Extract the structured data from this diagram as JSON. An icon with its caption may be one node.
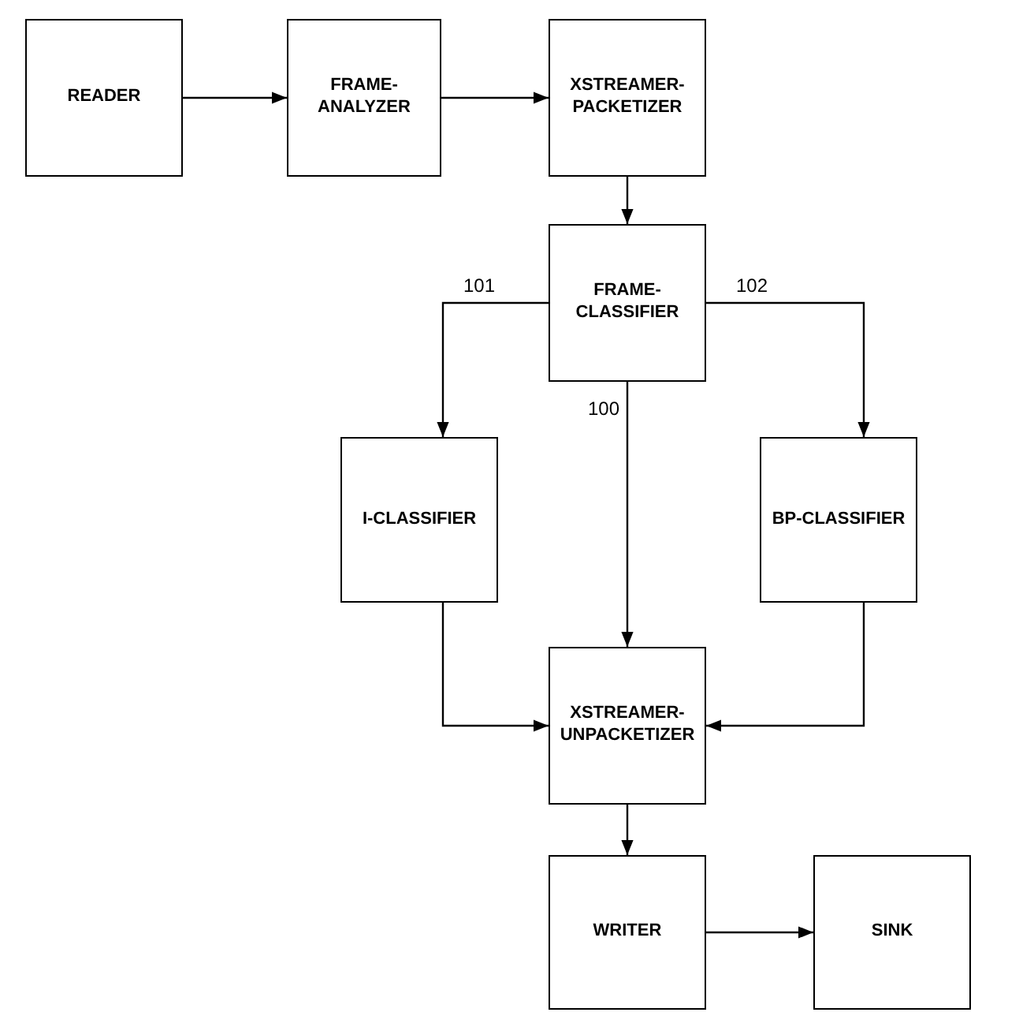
{
  "diagram": {
    "nodes": [
      {
        "text": [
          "READER"
        ]
      },
      {
        "text": [
          "FRAME-ANALYZER"
        ]
      },
      {
        "text": [
          "XSTREAMER-PACKETIZER"
        ]
      },
      {
        "text": [
          "FRAME-CLASSIFIER"
        ]
      },
      {
        "text": [
          "I-CLASSIFIER"
        ]
      },
      {
        "text": [
          "BP-CLASSIFIER"
        ]
      },
      {
        "text": [
          "XSTREAMER-UNPACKETIZER"
        ]
      },
      {
        "text": [
          "WRITER"
        ]
      },
      {
        "text": [
          "SINK"
        ]
      }
    ],
    "edges": [
      {
        "from": 0,
        "to": 1,
        "arrow": "to"
      },
      {
        "from": 1,
        "to": 2,
        "arrow": "to"
      },
      {
        "from": 2,
        "to": 3,
        "arrow": "to"
      },
      {
        "from": 3,
        "to": 4,
        "arrow": "to",
        "label": "101"
      },
      {
        "from": 3,
        "to": 5,
        "arrow": "to",
        "label": "102"
      },
      {
        "from": 3,
        "to": 6,
        "arrow": "to",
        "label": "100"
      },
      {
        "from": 4,
        "to": 6,
        "arrow": "to"
      },
      {
        "from": 5,
        "to": 6,
        "arrow": "to"
      },
      {
        "from": 6,
        "to": 7,
        "arrow": "to"
      },
      {
        "from": 7,
        "to": 8,
        "arrow": "to"
      }
    ]
  }
}
